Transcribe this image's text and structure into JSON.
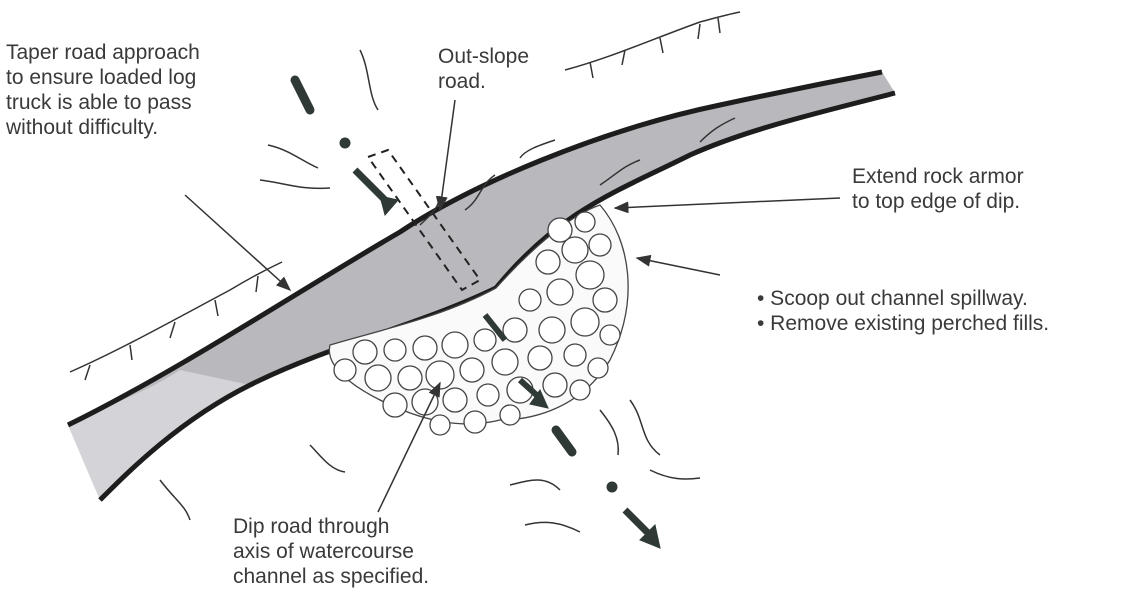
{
  "labels": {
    "taper": [
      "Taper road approach",
      "to ensure loaded log",
      "truck is able to pass",
      "without difficulty."
    ],
    "out_slope": [
      "Out-slope",
      "road."
    ],
    "extend": [
      "Extend rock armor",
      "to top edge of dip."
    ],
    "scoop": [
      "• Scoop out channel spillway.",
      "• Remove existing perched fills."
    ],
    "dip": [
      "Dip road through",
      "axis of watercourse",
      "channel as specified."
    ]
  },
  "colors": {
    "road_fill": "#b3b3b8",
    "road_edge": "#222222",
    "flow_arrow": "#2f3a36",
    "text": "#3a3a3a"
  }
}
